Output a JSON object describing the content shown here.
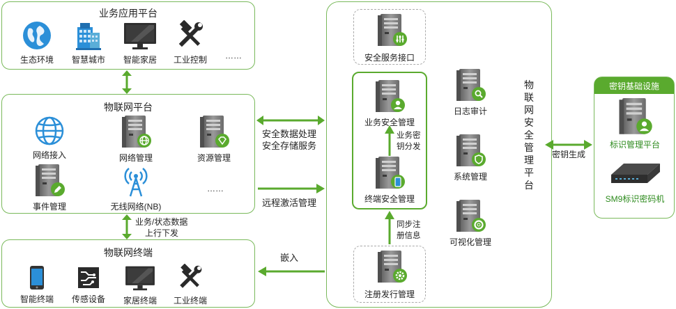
{
  "business_platform": {
    "title": "业务应用平台",
    "items": [
      {
        "label": "生态环境",
        "icon": "globe-icon"
      },
      {
        "label": "智慧城市",
        "icon": "city-building-icon"
      },
      {
        "label": "智能家居",
        "icon": "monitor-icon"
      },
      {
        "label": "工业控制",
        "icon": "hammer-wrench-icon"
      },
      {
        "label": "……",
        "icon": ""
      }
    ]
  },
  "iot_platform": {
    "title": "物联网平台",
    "items": [
      {
        "label": "网络接入",
        "icon": "globe-outline-icon"
      },
      {
        "label": "网络管理",
        "icon": "server-globe-icon"
      },
      {
        "label": "资源管理",
        "icon": "server-diamond-icon"
      },
      {
        "label": "事件管理",
        "icon": "server-pen-icon"
      },
      {
        "label": "无线网络(NB)",
        "icon": "antenna-icon"
      },
      {
        "label": "……",
        "icon": ""
      }
    ]
  },
  "iot_terminal": {
    "title": "物联网终端",
    "items": [
      {
        "label": "智能终端",
        "icon": "smartphone-icon"
      },
      {
        "label": "传感设备",
        "icon": "sensor-chip-icon"
      },
      {
        "label": "家居终端",
        "icon": "monitor-icon"
      },
      {
        "label": "工业终端",
        "icon": "hammer-wrench-icon"
      }
    ]
  },
  "link_labels": {
    "business_data": "业务/状态数据",
    "uplink_downlink": "上行下发",
    "secure_processing": "安全数据处理",
    "secure_storage": "安全存储服务",
    "remote_activation": "远程激活管理",
    "embed": "嵌入",
    "key_generation": "密钥生成"
  },
  "security_platform": {
    "title": "物联网安全管理平台",
    "interface": "安全服务接口",
    "business_mgmt": "业务安全管理",
    "key_distribution": "业务密钥分发",
    "terminal_mgmt": "终端安全管理",
    "sync_register": "同步注册信息",
    "issue_mgmt": "注册发行管理",
    "log_audit": "日志审计",
    "system_mgmt": "系统管理",
    "visual_mgmt": "可视化管理"
  },
  "key_infra": {
    "title": "密钥基础设施",
    "identity_platform": "标识管理平台",
    "sm9_machine": "SM9标识密码机"
  },
  "colors": {
    "green": "#5aaa2e",
    "panel_border": "#79b95a",
    "server_dark": "#7a7a7a",
    "blue": "#2b8fd8"
  }
}
